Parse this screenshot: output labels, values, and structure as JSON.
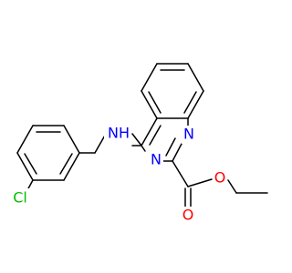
{
  "molecule": {
    "colors": {
      "bond": "#000000",
      "nitrogen": "#0000ff",
      "oxygen": "#ff0000",
      "chlorine": "#00c000",
      "background": "#ffffff"
    },
    "labels": {
      "amine_nh": "NH",
      "ring_n_top": "N",
      "ring_n_bottom": "N",
      "carbonyl_o": "O",
      "ester_o": "O",
      "chlorine": "Cl"
    }
  }
}
